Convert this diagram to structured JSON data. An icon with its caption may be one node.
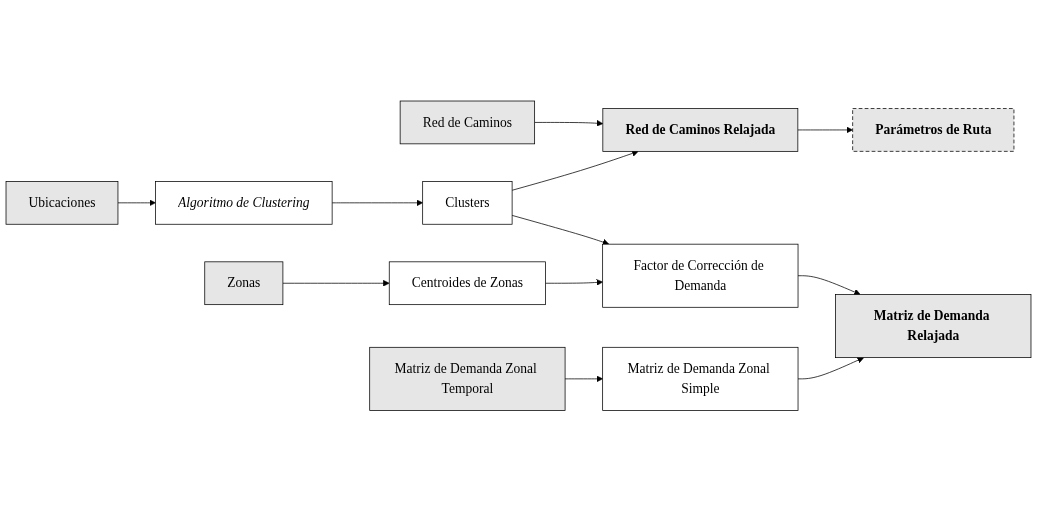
{
  "diagram": {
    "nodes": [
      {
        "text": [
          "Red de Caminos"
        ]
      },
      {
        "text": [
          "Red de Caminos Relajada"
        ]
      },
      {
        "text": [
          "Ubicaciones"
        ]
      },
      {
        "text": [
          "Algoritmo de Clustering"
        ]
      },
      {
        "text": [
          "Clusters"
        ]
      },
      {
        "text": [
          "Parámetros de Ruta"
        ]
      },
      {
        "text": [
          "Zonas"
        ]
      },
      {
        "text": [
          "Centroides de Zonas"
        ]
      },
      {
        "text": [
          "Factor de Corrección de Demanda"
        ]
      },
      {
        "text": [
          "Matriz de Demanda Relajada"
        ]
      },
      {
        "text": [
          "Matriz de Demanda Zonal Temporal"
        ]
      },
      {
        "text": [
          "Matriz de Demanda Zonal Simple"
        ]
      }
    ],
    "edges": [
      {
        "from": 0,
        "to": 1,
        "arrow": "to"
      },
      {
        "from": 1,
        "to": 5,
        "arrow": "to"
      },
      {
        "from": 2,
        "to": 3,
        "arrow": "to"
      },
      {
        "from": 3,
        "to": 4,
        "arrow": "to"
      },
      {
        "from": 4,
        "to": 1,
        "arrow": "to"
      },
      {
        "from": 4,
        "to": 8,
        "arrow": "to"
      },
      {
        "from": 6,
        "to": 7,
        "arrow": "to"
      },
      {
        "from": 7,
        "to": 8,
        "arrow": "to"
      },
      {
        "from": 8,
        "to": 9,
        "arrow": "to"
      },
      {
        "from": 10,
        "to": 11,
        "arrow": "to"
      },
      {
        "from": 11,
        "to": 9,
        "arrow": "to"
      }
    ]
  }
}
